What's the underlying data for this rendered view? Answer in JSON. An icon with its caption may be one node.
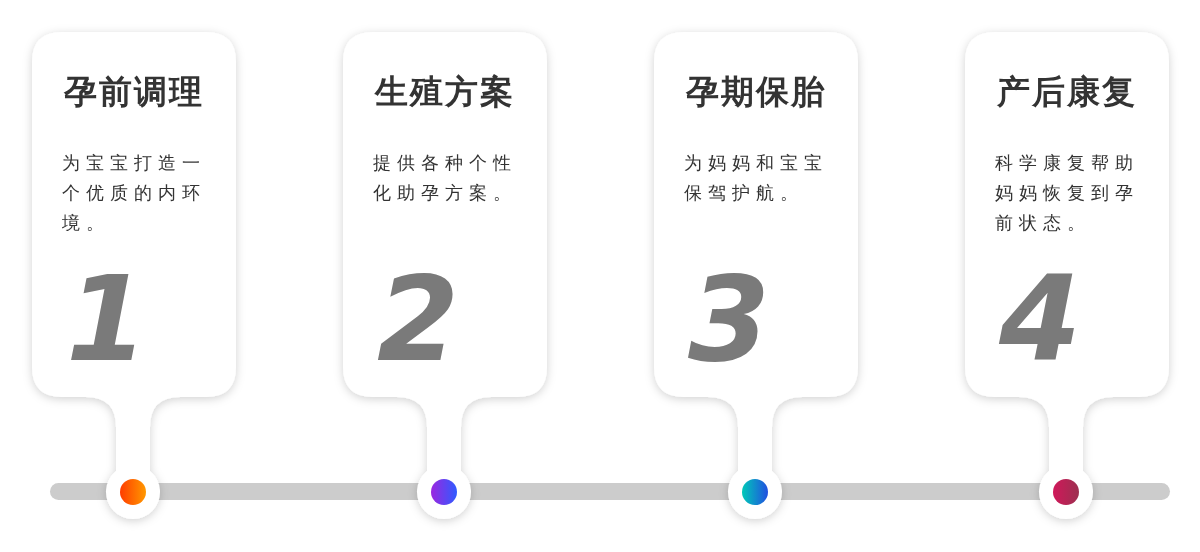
{
  "diagram": {
    "nodes": [
      {
        "text": [
          "孕前调理",
          "为宝宝打造一个优质的内环境。",
          "1"
        ]
      },
      {
        "text": [
          "生殖方案",
          "提供各种个性化助孕方案。",
          "2"
        ]
      },
      {
        "text": [
          "孕期保胎",
          "为妈妈和宝宝保驾护航。",
          "3"
        ]
      },
      {
        "text": [
          "产后康复",
          "科学康复帮助妈妈恢复到孕前状态。",
          "4"
        ]
      }
    ]
  }
}
